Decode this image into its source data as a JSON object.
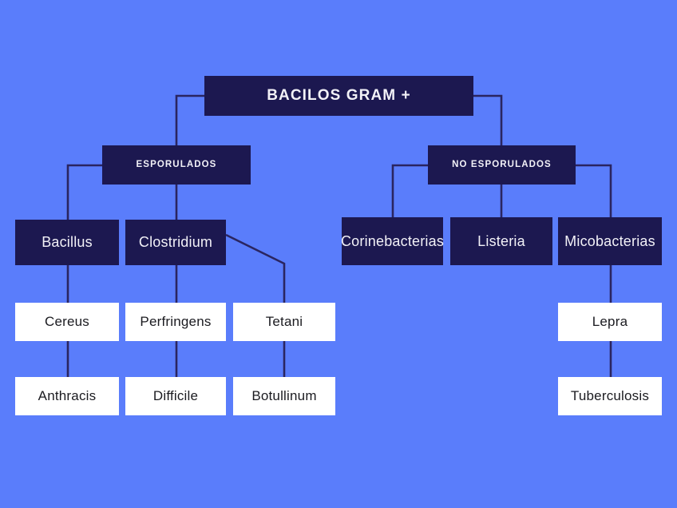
{
  "diagram": {
    "title": "BACILOS GRAM +",
    "background_color": "#5a7dfb",
    "dark_box_color": "#1c1850",
    "light_box_color": "#ffffff",
    "connector_color": "#2a2560",
    "root": {
      "label": "BACILOS GRAM +"
    },
    "branches": [
      {
        "label": "ESPORULADOS"
      },
      {
        "label": "NO ESPORULADOS"
      }
    ],
    "genera": [
      {
        "label": "Bacillus"
      },
      {
        "label": "Clostridium"
      },
      {
        "label": "Corinebacterias"
      },
      {
        "label": "Listeria"
      },
      {
        "label": "Micobacterias"
      }
    ],
    "species": [
      {
        "label": "Cereus"
      },
      {
        "label": "Perfringens"
      },
      {
        "label": "Tetani"
      },
      {
        "label": "Lepra"
      },
      {
        "label": "Anthracis"
      },
      {
        "label": "Difficile"
      },
      {
        "label": "Botullinum"
      },
      {
        "label": "Tuberculosis"
      }
    ]
  }
}
